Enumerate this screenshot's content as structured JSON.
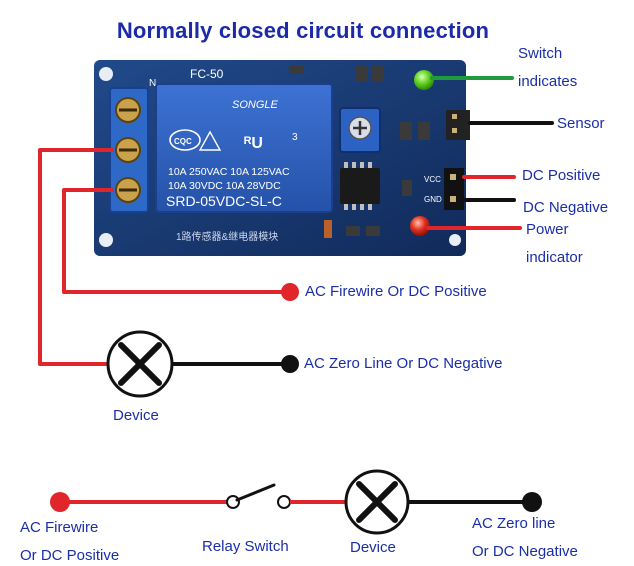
{
  "title": "Normally closed circuit connection",
  "board": {
    "model": "FC-50",
    "relay_brand": "SONGLE",
    "relay_ratings_1": "10A 250VAC  10A 125VAC",
    "relay_ratings_2": "10A 30VDC   10A 28VDC",
    "relay_model": "SRD-05VDC-SL-C",
    "cqc": "CQC",
    "ul_num": "3",
    "board_caption": "1路传感器&继电器模块",
    "pin_vcc": "VCC",
    "pin_gnd": "GND",
    "n_mark": "N"
  },
  "labels": {
    "switch_indicates_1": "Switch",
    "switch_indicates_2": "indicates",
    "sensor": "Sensor",
    "dc_positive": "DC Positive",
    "dc_negative": "DC Negative",
    "power_indicator_1": "Power",
    "power_indicator_2": "indicator",
    "ac_firewire": "AC Firewire Or DC Positive",
    "ac_zero": "AC Zero Line Or DC Negative",
    "device_top": "Device",
    "bottom_firewire_1": "AC Firewire",
    "bottom_firewire_2": "Or DC Positive",
    "relay_switch": "Relay Switch",
    "device_bottom": "Device",
    "bottom_zero_1": "AC Zero line",
    "bottom_zero_2": "Or DC Negative"
  },
  "colors": {
    "title": "#1b2aa8",
    "label": "#1a2fa6",
    "red_wire": "#e0262a",
    "black_wire": "#111111",
    "green_wire": "#1f9a3c",
    "pcb": "#1a3d78",
    "relay": "#2e5fbf"
  }
}
